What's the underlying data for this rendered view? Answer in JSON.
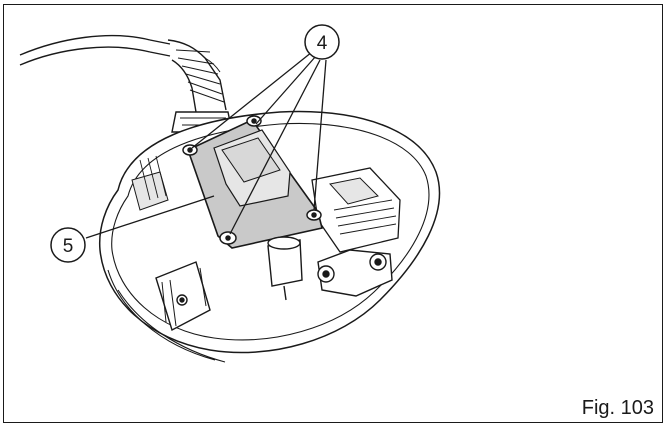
{
  "callouts": {
    "screws": "4",
    "cover": "5"
  },
  "caption": "Fig. 103",
  "colors": {
    "line": "#1a1a1a",
    "cover_fill": "#c9c9c9",
    "light_fill": "#e6e6e6",
    "background": "#ffffff"
  }
}
